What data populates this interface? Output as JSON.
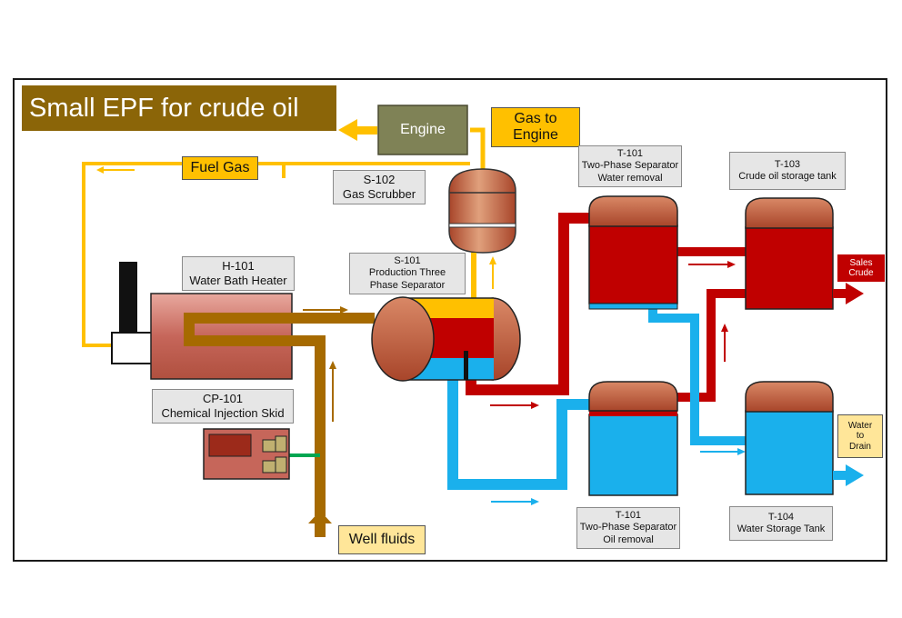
{
  "title": "Small EPF for crude oil",
  "tags": {
    "engine": "Engine",
    "gas_to_engine": [
      "Gas to",
      "Engine"
    ],
    "fuel_gas": "Fuel Gas",
    "well_fluids": "Well fluids",
    "sales_crude": [
      "Sales",
      "Crude"
    ],
    "water_to_drain": [
      "Water",
      "to",
      "Drain"
    ]
  },
  "equipment": {
    "s102": [
      "S-102",
      "Gas Scrubber"
    ],
    "h101": [
      "H-101",
      "Water Bath Heater"
    ],
    "s101": [
      "S-101",
      "Production Three",
      "Phase Separator"
    ],
    "cp101": [
      "CP-101",
      "Chemical Injection Skid"
    ],
    "t101_water": [
      "T-101",
      "Two-Phase Separator",
      "Water removal"
    ],
    "t103": [
      "T-103",
      "Crude oil storage tank"
    ],
    "t101_oil": [
      "T-101",
      "Two-Phase Separator",
      "Oil removal"
    ],
    "t104": [
      "T-104",
      "Water Storage Tank"
    ]
  },
  "colors": {
    "gas": "#ffc000",
    "well_fluid": "#a66a00",
    "oil": "#c00000",
    "water": "#1ab0ec",
    "vessel_top": "#b5502d",
    "heater": "#c6665a",
    "chemical_line": "#00a651"
  }
}
